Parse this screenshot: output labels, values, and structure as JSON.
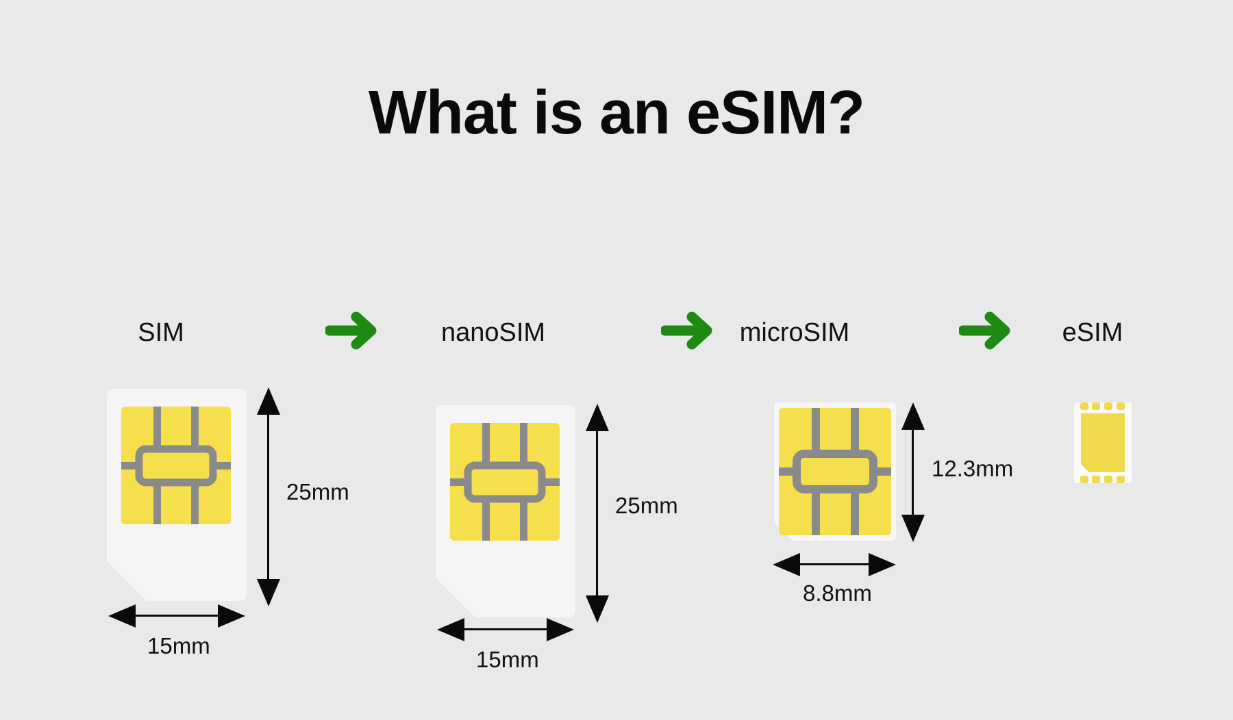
{
  "page": {
    "title": "What is an eSIM?",
    "background_color": "#e9e9e9"
  },
  "colors": {
    "background": "#e9e9e9",
    "card_white": "#f5f5f7",
    "chip_yellow": "#f5df4d",
    "chip_gray": "#8a8a8a",
    "arrow_green": "#1e8a14",
    "text_black": "#111111"
  },
  "stages": [
    {
      "id": "sim",
      "label": "SIM",
      "width_label": "15mm",
      "height_label": "25mm",
      "card_type": "full-size-card"
    },
    {
      "id": "nanosim",
      "label": "nanoSIM",
      "width_label": "15mm",
      "height_label": "25mm",
      "card_type": "full-size-card"
    },
    {
      "id": "microsim",
      "label": "microSIM",
      "width_label": "8.8mm",
      "height_label": "12.3mm",
      "card_type": "chip-only-card"
    },
    {
      "id": "esim",
      "label": "eSIM",
      "width_label": "",
      "height_label": "",
      "card_type": "embedded-chip"
    }
  ],
  "arrows": [
    {
      "id": "arrow-1",
      "icon": "arrow-right-icon",
      "color": "#1e8a14"
    },
    {
      "id": "arrow-2",
      "icon": "arrow-right-icon",
      "color": "#1e8a14"
    },
    {
      "id": "arrow-3",
      "icon": "arrow-right-icon",
      "color": "#1e8a14"
    }
  ]
}
